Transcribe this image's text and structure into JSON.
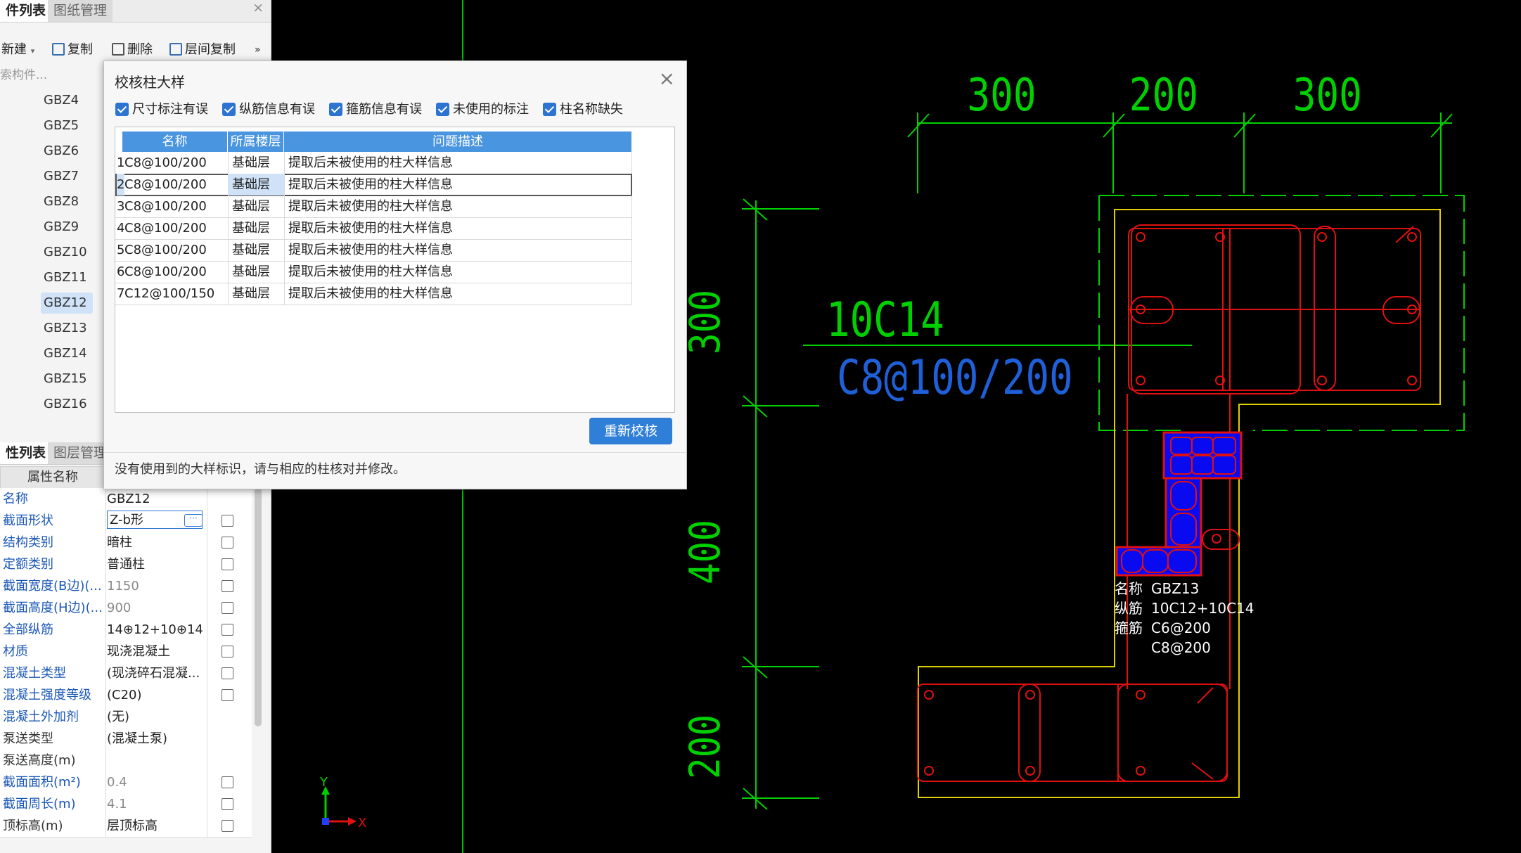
{
  "top_panel": {
    "tabs": [
      "件列表",
      "图纸管理"
    ],
    "close": "×",
    "toolbar": {
      "new": "新建",
      "copy": "复制",
      "delete": "删除",
      "floor_copy": "层间复制",
      "more": "»"
    },
    "search_placeholder": "索构件...",
    "items": [
      "GBZ4",
      "GBZ5",
      "GBZ6",
      "GBZ7",
      "GBZ8",
      "GBZ9",
      "GBZ10",
      "GBZ11",
      "GBZ12",
      "GBZ13",
      "GBZ14",
      "GBZ15",
      "GBZ16"
    ],
    "selected": "GBZ12"
  },
  "bottom_panel": {
    "tabs": [
      "性列表",
      "图层管理"
    ],
    "header": "属性名称",
    "rows": [
      {
        "name": "名称",
        "value": "GBZ12"
      },
      {
        "name": "截面形状",
        "value": "Z-b形"
      },
      {
        "name": "结构类别",
        "value": "暗柱"
      },
      {
        "name": "定额类别",
        "value": "普通柱"
      },
      {
        "name": "截面宽度(B边)(...",
        "value": "1150"
      },
      {
        "name": "截面高度(H边)(...",
        "value": "900"
      },
      {
        "name": "全部纵筋",
        "value": "14⊕12+10⊕14"
      },
      {
        "name": "材质",
        "value": "现浇混凝土"
      },
      {
        "name": "混凝土类型",
        "value": "(现浇碎石混凝..."
      },
      {
        "name": "混凝土强度等级",
        "value": "(C20)"
      },
      {
        "name": "混凝土外加剂",
        "value": "(无)"
      },
      {
        "name": "泵送类型",
        "value": "(混凝土泵)"
      },
      {
        "name": "泵送高度(m)",
        "value": ""
      },
      {
        "name": "截面面积(m²)",
        "value": "0.4"
      },
      {
        "name": "截面周长(m)",
        "value": "4.1"
      },
      {
        "name": "顶标高(m)",
        "value": "层顶标高"
      }
    ]
  },
  "dialog": {
    "title": "校核柱大样",
    "close": "×",
    "filters": [
      "尺寸标注有误",
      "纵筋信息有误",
      "箍筋信息有误",
      "未使用的标注",
      "柱名称缺失"
    ],
    "columns": [
      "名称",
      "所属楼层",
      "问题描述"
    ],
    "rows": [
      {
        "no": "1",
        "name": "C8@100/200",
        "floor": "基础层",
        "desc": "提取后未被使用的柱大样信息"
      },
      {
        "no": "2",
        "name": "C8@100/200",
        "floor": "基础层",
        "desc": "提取后未被使用的柱大样信息"
      },
      {
        "no": "3",
        "name": "C8@100/200",
        "floor": "基础层",
        "desc": "提取后未被使用的柱大样信息"
      },
      {
        "no": "4",
        "name": "C8@100/200",
        "floor": "基础层",
        "desc": "提取后未被使用的柱大样信息"
      },
      {
        "no": "5",
        "name": "C8@100/200",
        "floor": "基础层",
        "desc": "提取后未被使用的柱大样信息"
      },
      {
        "no": "6",
        "name": "C8@100/200",
        "floor": "基础层",
        "desc": "提取后未被使用的柱大样信息"
      },
      {
        "no": "7",
        "name": "C12@100/150",
        "floor": "基础层",
        "desc": "提取后未被使用的柱大样信息"
      }
    ],
    "recheck_button": "重新校核",
    "footer": "没有使用到的大样标识，请与相应的柱核对并修改。"
  },
  "cad": {
    "dims_top": [
      "300",
      "200",
      "300"
    ],
    "dims_left": [
      "300",
      "400",
      "200"
    ],
    "rebar_label": "10C14",
    "stirrup_label": "C8@100/200",
    "tooltip": [
      {
        "k": "名称",
        "v": "GBZ13"
      },
      {
        "k": "纵筋",
        "v": "10C12+10C14"
      },
      {
        "k": "箍筋",
        "v": "C6@200"
      },
      {
        "k": "",
        "v": "C8@200"
      }
    ],
    "axis_y": "Y",
    "axis_x": "X"
  }
}
